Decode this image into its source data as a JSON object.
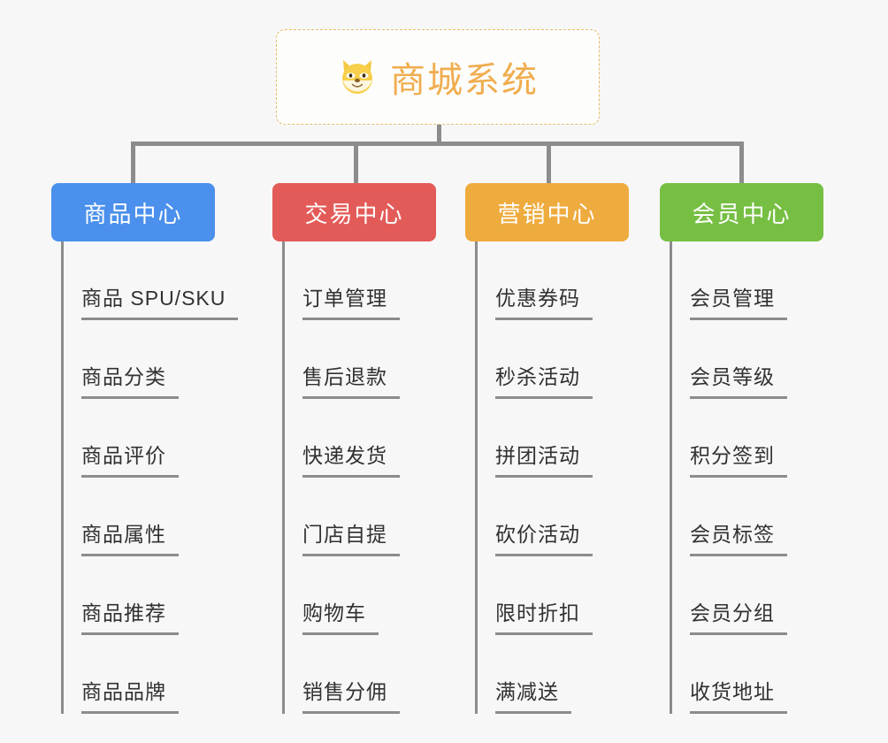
{
  "diagram": {
    "type": "org-chart",
    "background_color": "#f7f7f7",
    "root": {
      "title": "商城系统",
      "icon": "shiba-dog-face-icon",
      "text_color": "#f0ad4e",
      "border_color": "#e8bb6a"
    },
    "branches": [
      {
        "label": "商品中心",
        "color": "#4a90ec",
        "items": [
          "商品 SPU/SKU",
          "商品分类",
          "商品评价",
          "商品属性",
          "商品推荐",
          "商品品牌"
        ]
      },
      {
        "label": "交易中心",
        "color": "#e35b58",
        "items": [
          "订单管理",
          "售后退款",
          "快递发货",
          "门店自提",
          "购物车",
          "销售分佣"
        ]
      },
      {
        "label": "营销中心",
        "color": "#eeab3e",
        "items": [
          "优惠券码",
          "秒杀活动",
          "拼团活动",
          "砍价活动",
          "限时折扣",
          "满减送"
        ]
      },
      {
        "label": "会员中心",
        "color": "#76bf43",
        "items": [
          "会员管理",
          "会员等级",
          "积分签到",
          "会员标签",
          "会员分组",
          "收货地址"
        ]
      }
    ],
    "connector_color": "#8c8c8c",
    "leaf_text_color": "#303133"
  }
}
